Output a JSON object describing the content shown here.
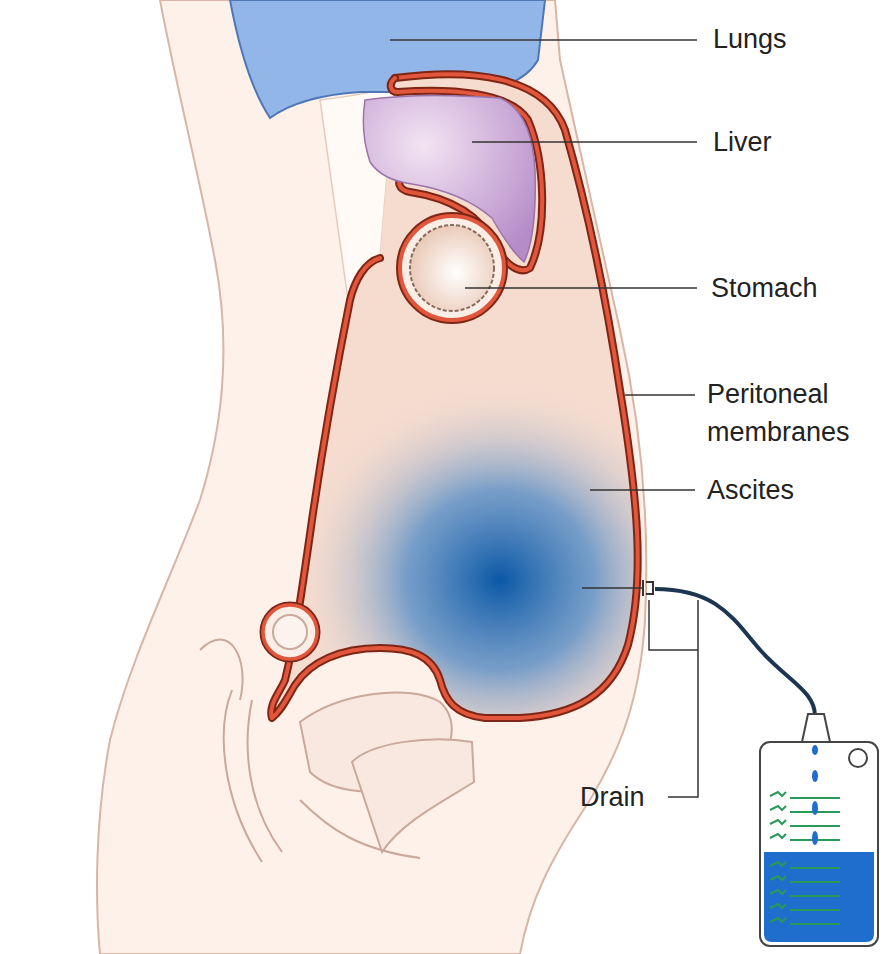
{
  "diagram": {
    "labels": [
      "Lungs",
      "Liver",
      "Stomach",
      "Peritoneal membranes",
      "Ascites",
      "Drain"
    ]
  }
}
